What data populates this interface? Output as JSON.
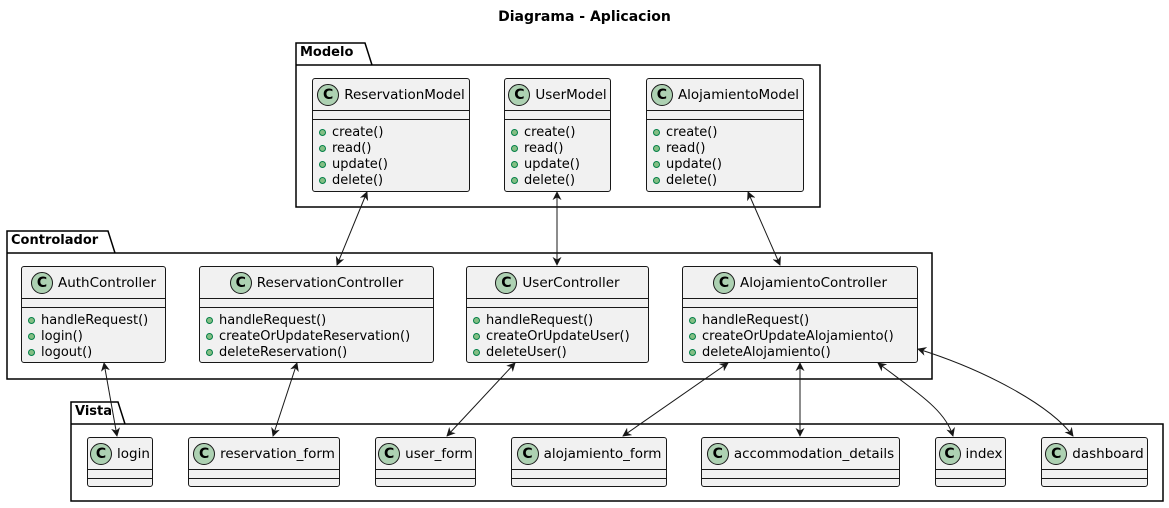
{
  "diagram_title": "Diagrama - Aplicacion",
  "packages": {
    "modelo": {
      "name": "Modelo"
    },
    "controlador": {
      "name": "Controlador"
    },
    "vista": {
      "name": "Vista"
    }
  },
  "classes": {
    "reservation_model": {
      "stereotype": "C",
      "name": "ReservationModel",
      "methods": [
        "create()",
        "read()",
        "update()",
        "delete()"
      ]
    },
    "user_model": {
      "stereotype": "C",
      "name": "UserModel",
      "methods": [
        "create()",
        "read()",
        "update()",
        "delete()"
      ]
    },
    "alojamiento_model": {
      "stereotype": "C",
      "name": "AlojamientoModel",
      "methods": [
        "create()",
        "read()",
        "update()",
        "delete()"
      ]
    },
    "auth_controller": {
      "stereotype": "C",
      "name": "AuthController",
      "methods": [
        "handleRequest()",
        "login()",
        "logout()"
      ]
    },
    "reservation_controller": {
      "stereotype": "C",
      "name": "ReservationController",
      "methods": [
        "handleRequest()",
        "createOrUpdateReservation()",
        "deleteReservation()"
      ]
    },
    "user_controller": {
      "stereotype": "C",
      "name": "UserController",
      "methods": [
        "handleRequest()",
        "createOrUpdateUser()",
        "deleteUser()"
      ]
    },
    "alojamiento_controller": {
      "stereotype": "C",
      "name": "AlojamientoController",
      "methods": [
        "handleRequest()",
        "createOrUpdateAlojamiento()",
        "deleteAlojamiento()"
      ]
    },
    "login": {
      "stereotype": "C",
      "name": "login",
      "methods": []
    },
    "reservation_form": {
      "stereotype": "C",
      "name": "reservation_form",
      "methods": []
    },
    "user_form": {
      "stereotype": "C",
      "name": "user_form",
      "methods": []
    },
    "alojamiento_form": {
      "stereotype": "C",
      "name": "alojamiento_form",
      "methods": []
    },
    "accommodation_details": {
      "stereotype": "C",
      "name": "accommodation_details",
      "methods": []
    },
    "index": {
      "stereotype": "C",
      "name": "index",
      "methods": []
    },
    "dashboard": {
      "stereotype": "C",
      "name": "dashboard",
      "methods": []
    }
  },
  "relations": [
    {
      "from": "reservation_model",
      "to": "reservation_controller",
      "type": "bidirectional"
    },
    {
      "from": "user_model",
      "to": "user_controller",
      "type": "bidirectional"
    },
    {
      "from": "alojamiento_model",
      "to": "alojamiento_controller",
      "type": "bidirectional"
    },
    {
      "from": "auth_controller",
      "to": "login",
      "type": "bidirectional"
    },
    {
      "from": "reservation_controller",
      "to": "reservation_form",
      "type": "bidirectional"
    },
    {
      "from": "user_controller",
      "to": "user_form",
      "type": "bidirectional"
    },
    {
      "from": "alojamiento_controller",
      "to": "alojamiento_form",
      "type": "bidirectional"
    },
    {
      "from": "alojamiento_controller",
      "to": "accommodation_details",
      "type": "bidirectional"
    },
    {
      "from": "alojamiento_controller",
      "to": "index",
      "type": "bidirectional"
    },
    {
      "from": "alojamiento_controller",
      "to": "dashboard",
      "type": "bidirectional"
    }
  ]
}
